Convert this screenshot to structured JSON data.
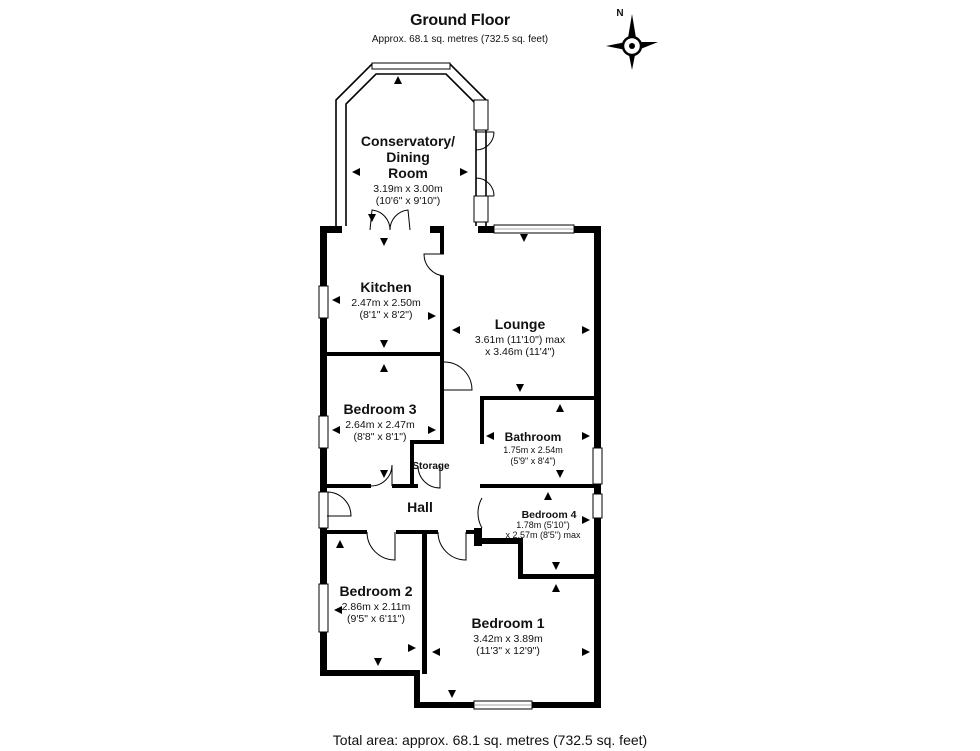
{
  "header": {
    "title": "Ground Floor",
    "subtitle": "Approx. 68.1 sq. metres (732.5 sq. feet)"
  },
  "footer": {
    "total_area": "Total area: approx. 68.1 sq. metres (732.5 sq. feet)"
  },
  "compass": {
    "label": "N"
  },
  "rooms": {
    "conservatory": {
      "name_line1": "Conservatory/",
      "name_line2": "Dining",
      "name_line3": "Room",
      "dim_metric": "3.19m x 3.00m",
      "dim_imperial": "(10'6\" x 9'10\")"
    },
    "kitchen": {
      "name": "Kitchen",
      "dim_metric": "2.47m x 2.50m",
      "dim_imperial": "(8'1\" x 8'2\")"
    },
    "lounge": {
      "name": "Lounge",
      "dim_metric": "3.61m (11'10\") max",
      "dim_imperial": "x 3.46m (11'4\")"
    },
    "bedroom3": {
      "name": "Bedroom 3",
      "dim_metric": "2.64m x 2.47m",
      "dim_imperial": "(8'8\" x 8'1\")"
    },
    "bathroom": {
      "name": "Bathroom",
      "dim_metric": "1.75m x 2.54m",
      "dim_imperial": "(5'9\" x 8'4\")"
    },
    "storage": {
      "name": "Storage"
    },
    "hall": {
      "name": "Hall"
    },
    "bedroom4": {
      "name": "Bedroom 4",
      "dim_metric": "1.78m (5'10\")",
      "dim_imperial": "x 2.57m (8'5\") max"
    },
    "bedroom2": {
      "name": "Bedroom 2",
      "dim_metric": "2.86m x 2.11m",
      "dim_imperial": "(9'5\" x 6'11\")"
    },
    "bedroom1": {
      "name": "Bedroom 1",
      "dim_metric": "3.42m x 3.89m",
      "dim_imperial": "(11'3\" x 12'9\")"
    }
  }
}
